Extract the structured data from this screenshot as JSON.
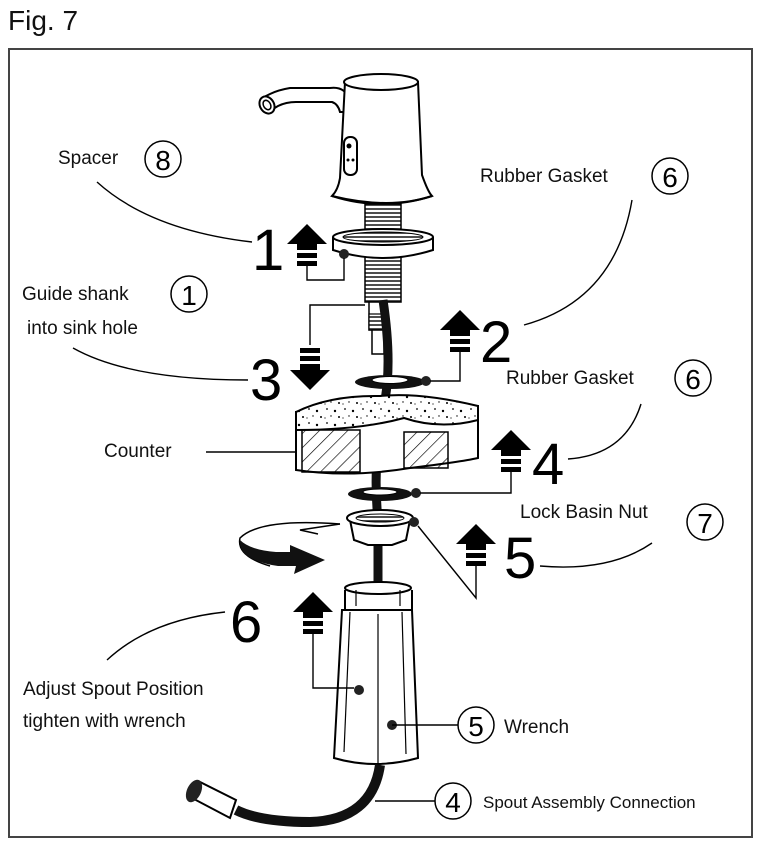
{
  "figure": {
    "title": "Fig. 7"
  },
  "labels": {
    "spacer": {
      "text": "Spacer",
      "number": "8"
    },
    "rubber_gasket_top": {
      "text": "Rubber Gasket",
      "number": "6"
    },
    "guide_shank": {
      "line1": "Guide shank",
      "line2": "into sink hole",
      "number": "1"
    },
    "rubber_gasket_mid": {
      "text": "Rubber Gasket",
      "number": "6"
    },
    "counter": {
      "text": "Counter"
    },
    "lock_basin_nut": {
      "text": "Lock Basin Nut",
      "number": "7"
    },
    "adjust_spout": {
      "line1": "Adjust Spout Position",
      "line2": "tighten with wrench"
    },
    "wrench": {
      "text": "Wrench",
      "number": "5"
    },
    "spout_assembly": {
      "text": "Spout Assembly Connection",
      "number": "4"
    }
  },
  "steps": [
    {
      "number": "1",
      "direction": "up"
    },
    {
      "number": "2",
      "direction": "up"
    },
    {
      "number": "3",
      "direction": "down"
    },
    {
      "number": "4",
      "direction": "up"
    },
    {
      "number": "5",
      "direction": "up"
    },
    {
      "number": "6",
      "direction": "up"
    }
  ],
  "icons": {
    "rotation": "clockwise-rotation-arrow-icon"
  }
}
